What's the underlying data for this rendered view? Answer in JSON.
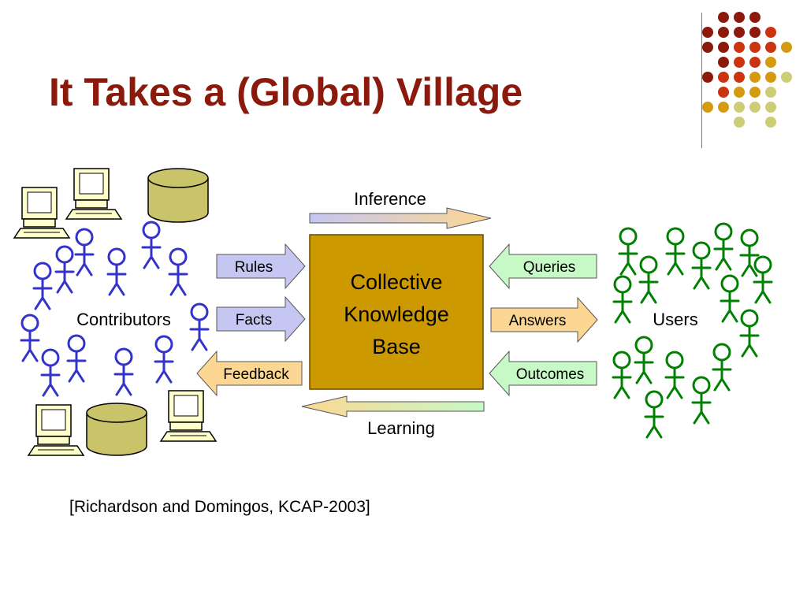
{
  "slide": {
    "title": "It Takes a (Global) Village",
    "citation": "[Richardson and Domingos, KCAP-2003]"
  },
  "diagram": {
    "center": {
      "lines": [
        "Collective",
        "Knowledge",
        "Base"
      ],
      "fill": "#cc9900",
      "stroke": "#6b4a00"
    },
    "groups": {
      "contributors": {
        "label": "Contributors",
        "color": "#3333cc"
      },
      "users": {
        "label": "Users",
        "color": "#008000"
      }
    },
    "arrows": {
      "inference": "Inference",
      "learning": "Learning",
      "rules": "Rules",
      "facts": "Facts",
      "feedback": "Feedback",
      "queries": "Queries",
      "answers": "Answers",
      "outcomes": "Outcomes"
    },
    "arrow_colors": {
      "blue": "#c6c6f2",
      "orange": "#fcd793",
      "green": "#c6f9c6"
    }
  },
  "decoration": {
    "dot_colors": [
      "#8b1a0c",
      "#cc3311",
      "#d49a10",
      "#cdcc77"
    ]
  }
}
